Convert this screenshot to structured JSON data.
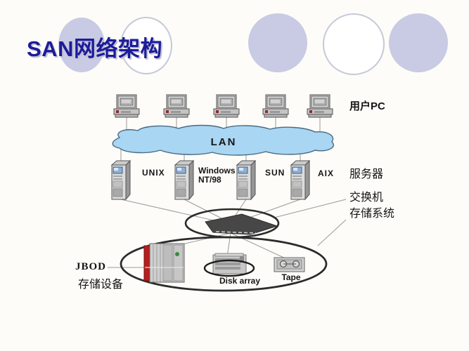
{
  "slide": {
    "title": "SAN网络架构"
  },
  "diagram": {
    "pc_row": {
      "label": "用户PC",
      "pc_count": 5
    },
    "lan": {
      "label": "LAN"
    },
    "servers": [
      {
        "name": "UNIX"
      },
      {
        "name": "Windows",
        "name_line2": "NT/98"
      },
      {
        "name": "SUN"
      },
      {
        "name": "AIX"
      }
    ],
    "side_labels": {
      "servers": "服务器",
      "switch": "交换机",
      "storage_system": "存储系统"
    },
    "storage": {
      "jbod_label": "JBOD",
      "storage_device_label": "存储设备",
      "disk_array_label": "Disk array",
      "tape_label": "Tape"
    }
  },
  "icons": {
    "desktop_pc": "pc-icon",
    "server_tower": "server-tower-icon",
    "network_switch": "switch-icon",
    "jbod_rack": "jbod-icon",
    "disk_array": "disk-array-icon",
    "tape_drive": "tape-icon",
    "lan_cloud": "lan-cloud"
  },
  "colors": {
    "title_navy": "#1c1c99",
    "decor_circle_fill": "#c9cae3",
    "cloud_fill": "#a9d6f2",
    "cloud_border": "#4a6a85",
    "ellipse_border": "#2b2b2b",
    "switch_body": "#474747",
    "jbod_stripe": "#b51f1f",
    "device_gray": "#d4d4d4",
    "connector_gray": "#9a9a9a"
  }
}
